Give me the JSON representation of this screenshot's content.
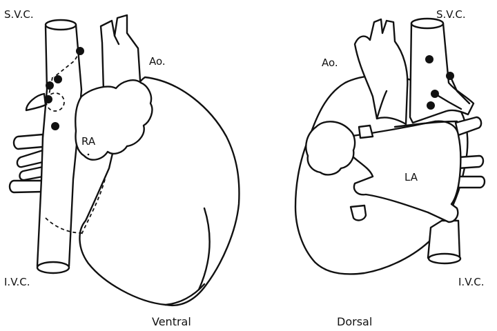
{
  "ventral": {
    "caption": "Ventral",
    "labels": {
      "svc": "S.V.C.",
      "ao": "Ao.",
      "ra": "RA",
      "ivc": "I.V.C."
    }
  },
  "dorsal": {
    "caption": "Dorsal",
    "labels": {
      "svc": "S.V.C.",
      "ao": "Ao.",
      "la": "LA",
      "ivc": "I.V.C."
    }
  }
}
